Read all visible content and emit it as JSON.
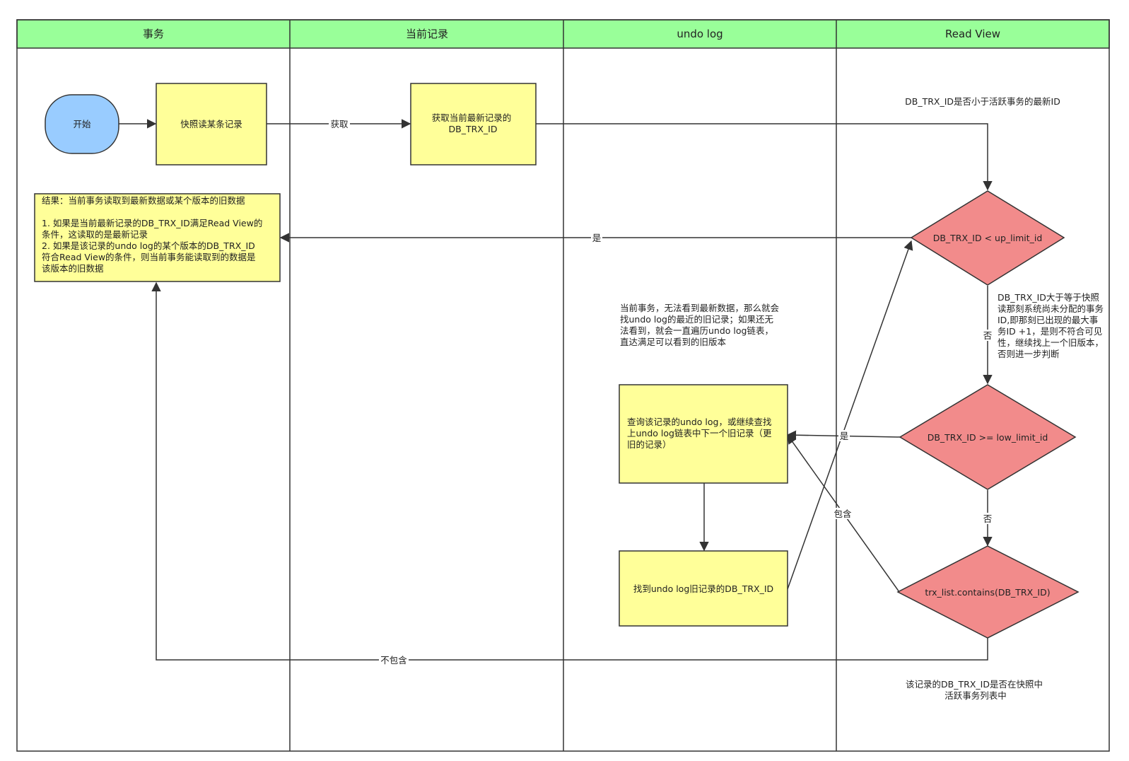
{
  "lanes": [
    "事务",
    "当前记录",
    "undo log",
    "Read View"
  ],
  "nodes": {
    "start": "开始",
    "snapshot_read": "快照读某条记录",
    "get_latest_id": [
      "获取当前最新记录的",
      "DB_TRX_ID"
    ],
    "result": [
      "结果：当前事务读取到最新数据或某个版本的旧数据",
      "",
      "1. 如果是当前最新记录的DB_TRX_ID满足Read View的",
      "条件，这读取的是最新记录",
      "2. 如果是该记录的undo log的某个版本的DB_TRX_ID",
      "符合Read View的条件，则当前事务能读取到的数据是",
      "该版本的旧数据"
    ],
    "query_undo": [
      "查询该记录的undo log，或继续查找",
      "上undo log链表中下一个旧记录（更",
      "旧的记录）"
    ],
    "find_undo_id": "找到undo log旧记录的DB_TRX_ID",
    "check_up_limit": "DB_TRX_ID < up_limit_id",
    "check_low_limit": "DB_TRX_ID >= low_limit_id",
    "check_trx_list": "trx_list.contains(DB_TRX_ID)"
  },
  "notes": {
    "top_question": "DB_TRX_ID是否小于活跃事务的最新ID",
    "undo_explain": [
      "当前事务，无法看到最新数据，那么就会",
      "找undo log的最近的旧记录；如果还无",
      "法看到，就会一直遍历undo log链表，",
      "直达满足可以看到的旧版本"
    ],
    "low_limit_explain": [
      "DB_TRX_ID大于等于快照",
      "读那刻系统尚未分配的事务",
      "ID,即那刻已出现的最大事",
      "务ID +1，是则不符合可见",
      "性，继续找上一个旧版本，",
      "否则进一步判断"
    ],
    "trx_list_explain": [
      "该记录的DB_TRX_ID是否在快照中",
      "活跃事务列表中"
    ]
  },
  "edge_labels": {
    "get": "获取",
    "yes_up": "是",
    "no_up": "否",
    "yes_low": "是",
    "no_low": "否",
    "contains": "包含",
    "not_contains": "不包含"
  },
  "colors": {
    "lane_header": "#99ff99",
    "start_node": "#99ccff",
    "process_node": "#ffff99",
    "decision_node": "#f28b8b",
    "line": "#333333"
  }
}
